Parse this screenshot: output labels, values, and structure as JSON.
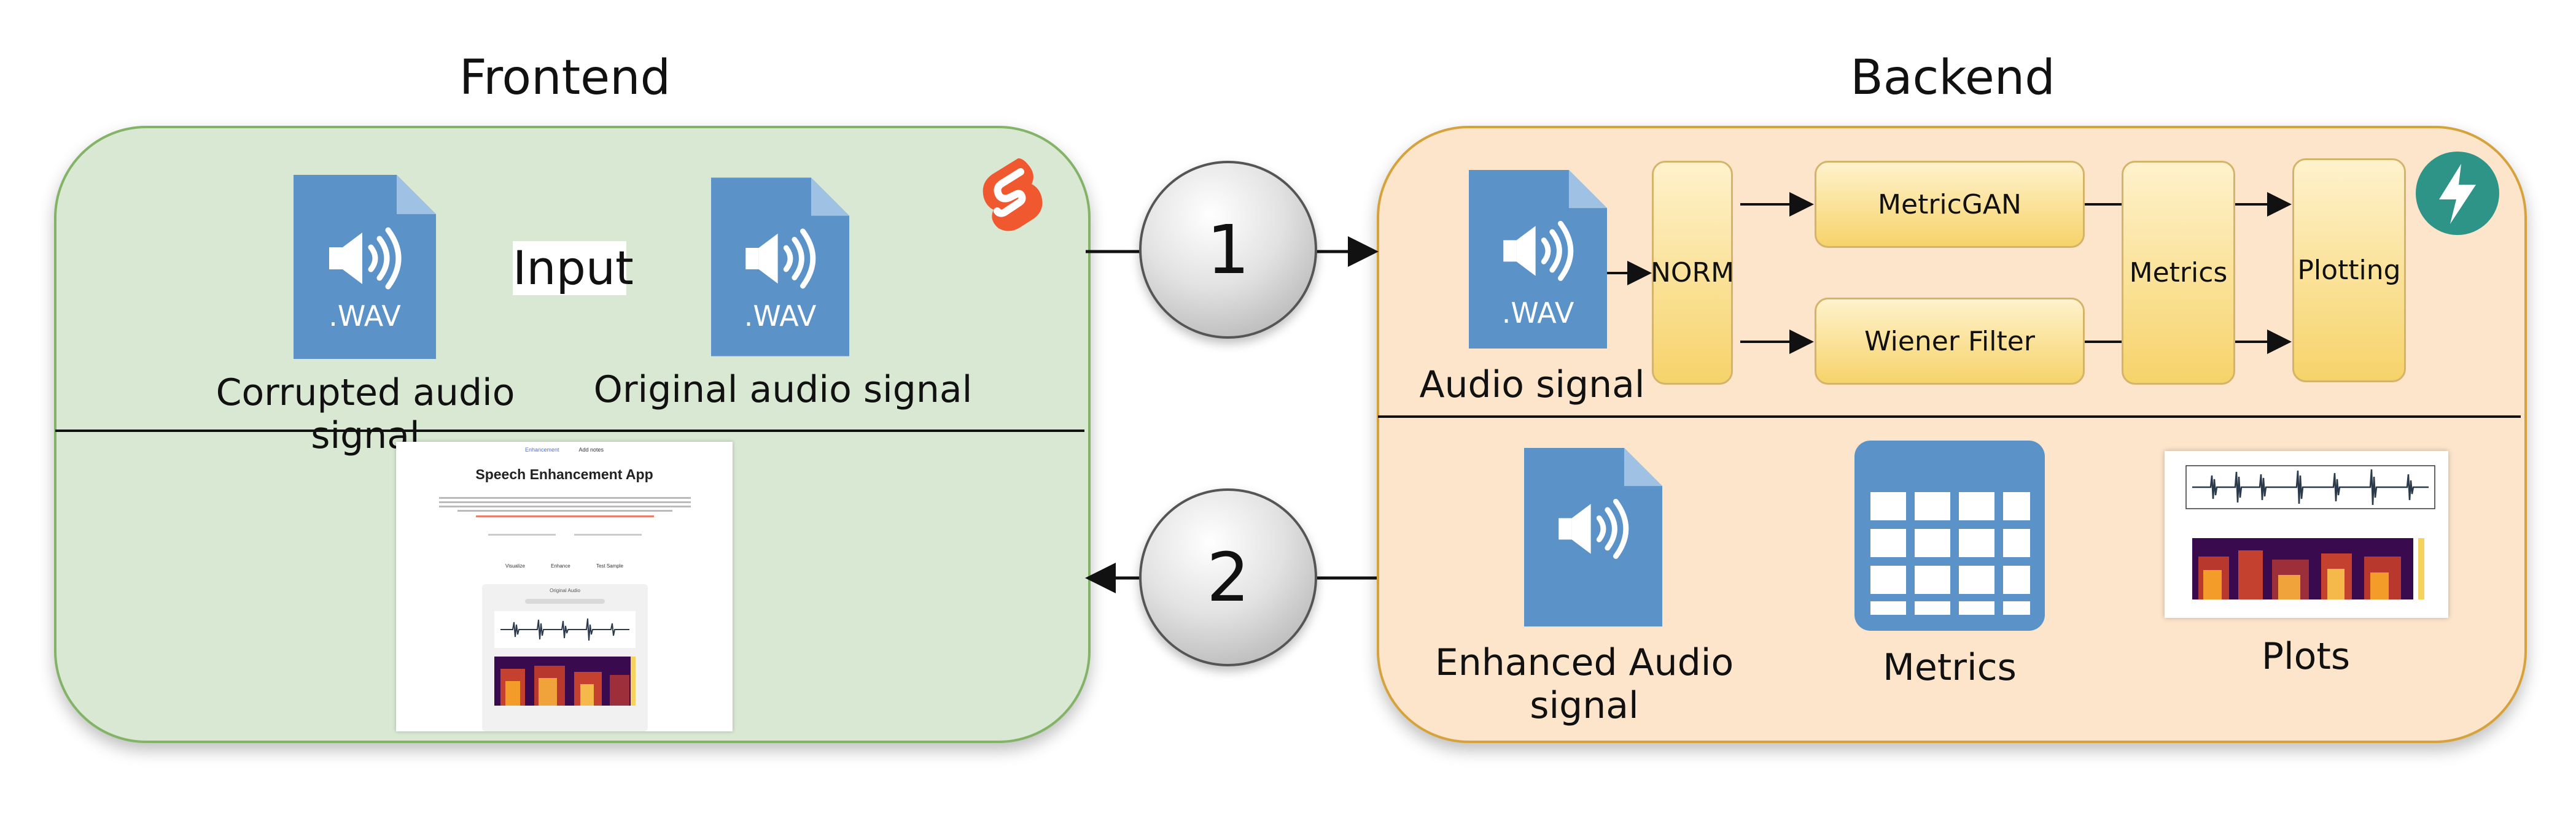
{
  "frontend": {
    "title": "Frontend",
    "input_label": "Input",
    "file_ext": ".WAV",
    "corrupted_label": "Corrupted audio signal",
    "original_label": "Original audio signal",
    "app_screenshot": {
      "nav_items": [
        "Enhancement",
        "Add notes"
      ],
      "heading": "Speech Enhancement App",
      "buttons": [
        "Visualize",
        "Enhance",
        "Test Sample"
      ],
      "section_title": "Original Audio"
    }
  },
  "backend": {
    "title": "Backend",
    "file_ext": ".WAV",
    "audio_label": "Audio signal",
    "pipeline": {
      "norm": "NORM",
      "metricgan": "MetricGAN",
      "wiener": "Wiener Filter",
      "metrics": "Metrics",
      "plotting": "Plotting"
    },
    "outputs": {
      "enhanced_line1": "Enhanced Audio",
      "enhanced_line2": "signal",
      "metrics": "Metrics",
      "plots": "Plots"
    }
  },
  "steps": {
    "request": "1",
    "response": "2"
  },
  "colors": {
    "frontend_fill": "#d9e8d3",
    "frontend_border": "#82b366",
    "backend_fill": "#fde5cc",
    "backend_border": "#d6a23b",
    "file_icon": "#5b92c8",
    "svelte": "#f0582f",
    "fastapi": "#2f9488"
  },
  "icons": [
    "wav-file-icon",
    "svelte-logo-icon",
    "fastapi-logo-icon",
    "table-icon",
    "speaker-icon"
  ]
}
